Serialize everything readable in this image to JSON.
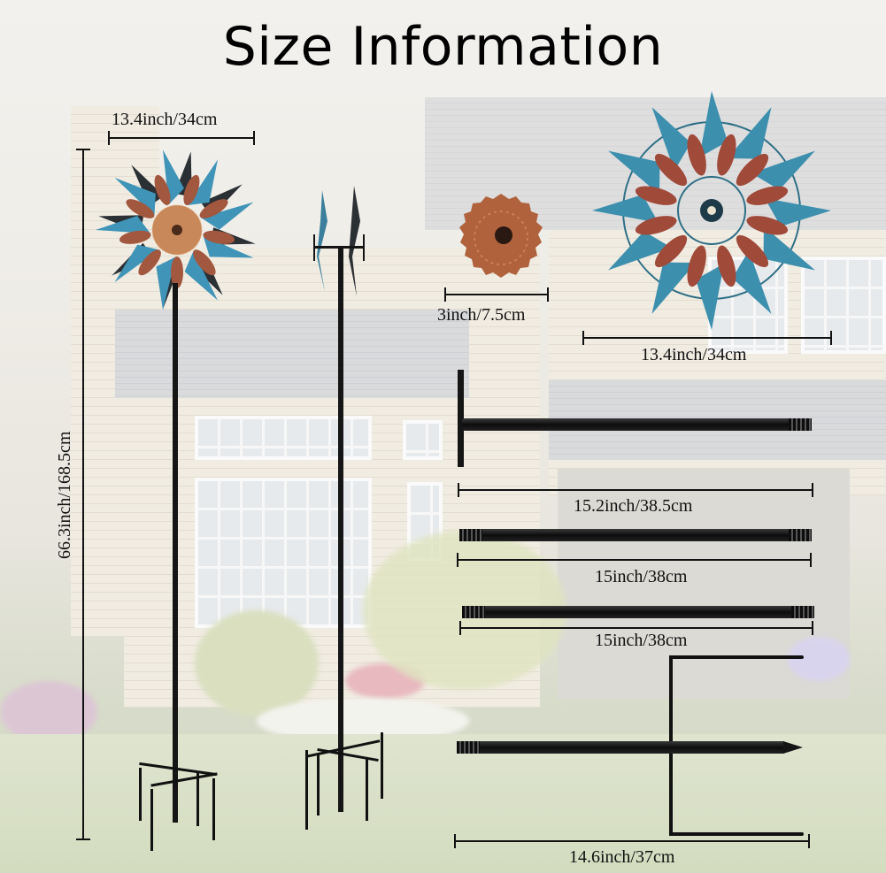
{
  "title": "Size Information",
  "colors": {
    "spinner_teal": "#3f8fb0",
    "spinner_dark": "#2a2f33",
    "copper": "#b5673f",
    "rust_petal": "#9b4a3a",
    "pole_black": "#151515",
    "dimension_line": "#111111"
  },
  "components": [
    {
      "name": "assembled-wind-spinner",
      "dimension": "13.4inch/34cm",
      "axis": "width"
    },
    {
      "name": "assembled-wind-spinner",
      "dimension": "66.3inch/168.5cm",
      "axis": "height"
    },
    {
      "name": "copper-center-cap",
      "dimension": "3inch/7.5cm",
      "axis": "diameter"
    },
    {
      "name": "teal-spinner-wheel",
      "dimension": "13.4inch/34cm",
      "axis": "diameter"
    },
    {
      "name": "top-t-rod",
      "dimension": "15.2inch/38.5cm",
      "axis": "length"
    },
    {
      "name": "middle-rod-1",
      "dimension": "15inch/38cm",
      "axis": "length"
    },
    {
      "name": "middle-rod-2",
      "dimension": "15inch/38cm",
      "axis": "length"
    },
    {
      "name": "ground-stake",
      "dimension": "14.6inch/37cm",
      "axis": "length"
    }
  ],
  "labels": {
    "spinner_width": "13.4inch/34cm",
    "total_height": "66.3inch/168.5cm",
    "cap_diameter": "3inch/7.5cm",
    "wheel_diameter": "13.4inch/34cm",
    "t_rod_length": "15.2inch/38.5cm",
    "rod1_length": "15inch/38cm",
    "rod2_length": "15inch/38cm",
    "stake_length": "14.6inch/37cm"
  }
}
